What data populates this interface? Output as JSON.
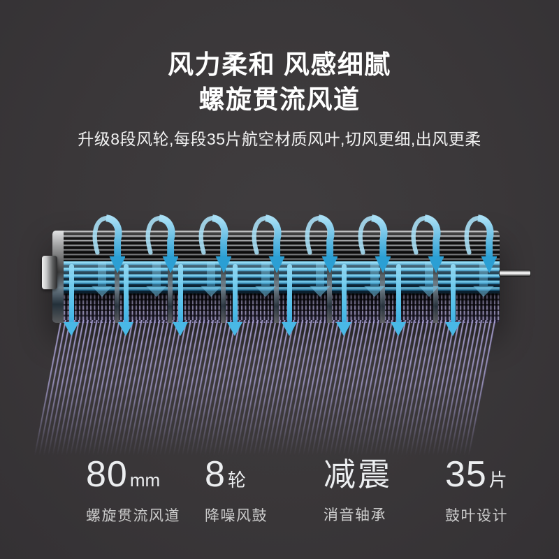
{
  "title": {
    "line1": "风力柔和 风感细腻",
    "line2": "螺旋贯流风道"
  },
  "subtitle": "升级8段风轮,每段35片航空材质风叶,切风更细,出风更柔",
  "diagram": {
    "description": "cross-flow-fan-cylinder-with-airflow",
    "segments": 8,
    "spiral_arrows": 8,
    "down_arrows": 8,
    "band_arrows": 8,
    "colors": {
      "accent_blue": "#5bc4ec",
      "accent_blue_light": "#a8dff5",
      "accent_blue_deep": "#2b9fd4",
      "ray_purple": "#a79ed0",
      "metal_light": "#b9bbbd",
      "background": "#3a3739"
    }
  },
  "stats": [
    {
      "value": "80",
      "unit": "mm",
      "label": "螺旋贯流风道"
    },
    {
      "value": "8",
      "unit": "轮",
      "label": "降噪风鼓"
    },
    {
      "value": "减震",
      "unit": "",
      "label": "消音轴承"
    },
    {
      "value": "35",
      "unit": "片",
      "label": "鼓叶设计"
    }
  ]
}
